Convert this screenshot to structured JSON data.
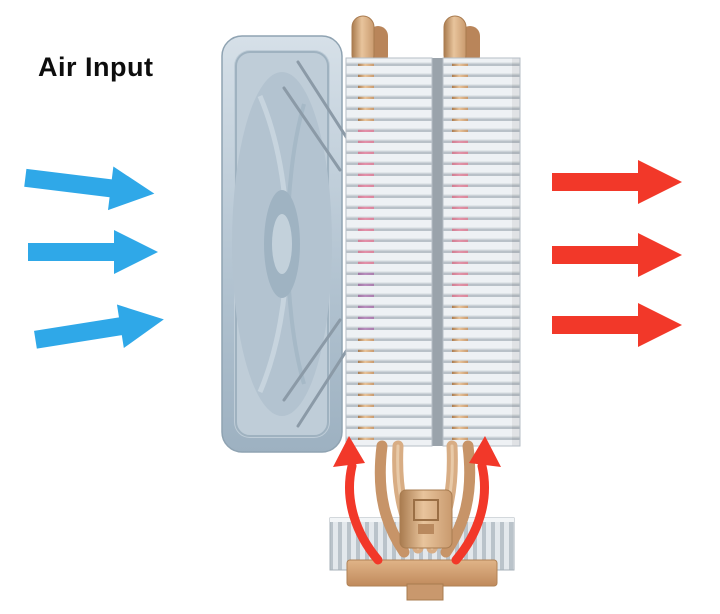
{
  "labels": {
    "air_input": "Air Input"
  },
  "colors": {
    "input_arrow": "#2FA8E8",
    "output_arrow": "#F23829",
    "fan_frame": "#BClDD8",
    "fan_body": "#BFCDD8",
    "fin_light": "#EEF1F4",
    "fin_shadow": "#B9C1C8",
    "tower_gap": "#9AA3AB",
    "copper_light": "#E8C49C",
    "copper_mid": "#C99A6E",
    "copper_dark": "#A97B4F",
    "pipe_glow_pink": "#E07FAE",
    "pipe_glow_purple": "#9B6FD0",
    "base_metal": "#E3E8EC"
  },
  "arrows": {
    "input_count": 3,
    "output_count": 3,
    "recirculation_count": 2
  }
}
